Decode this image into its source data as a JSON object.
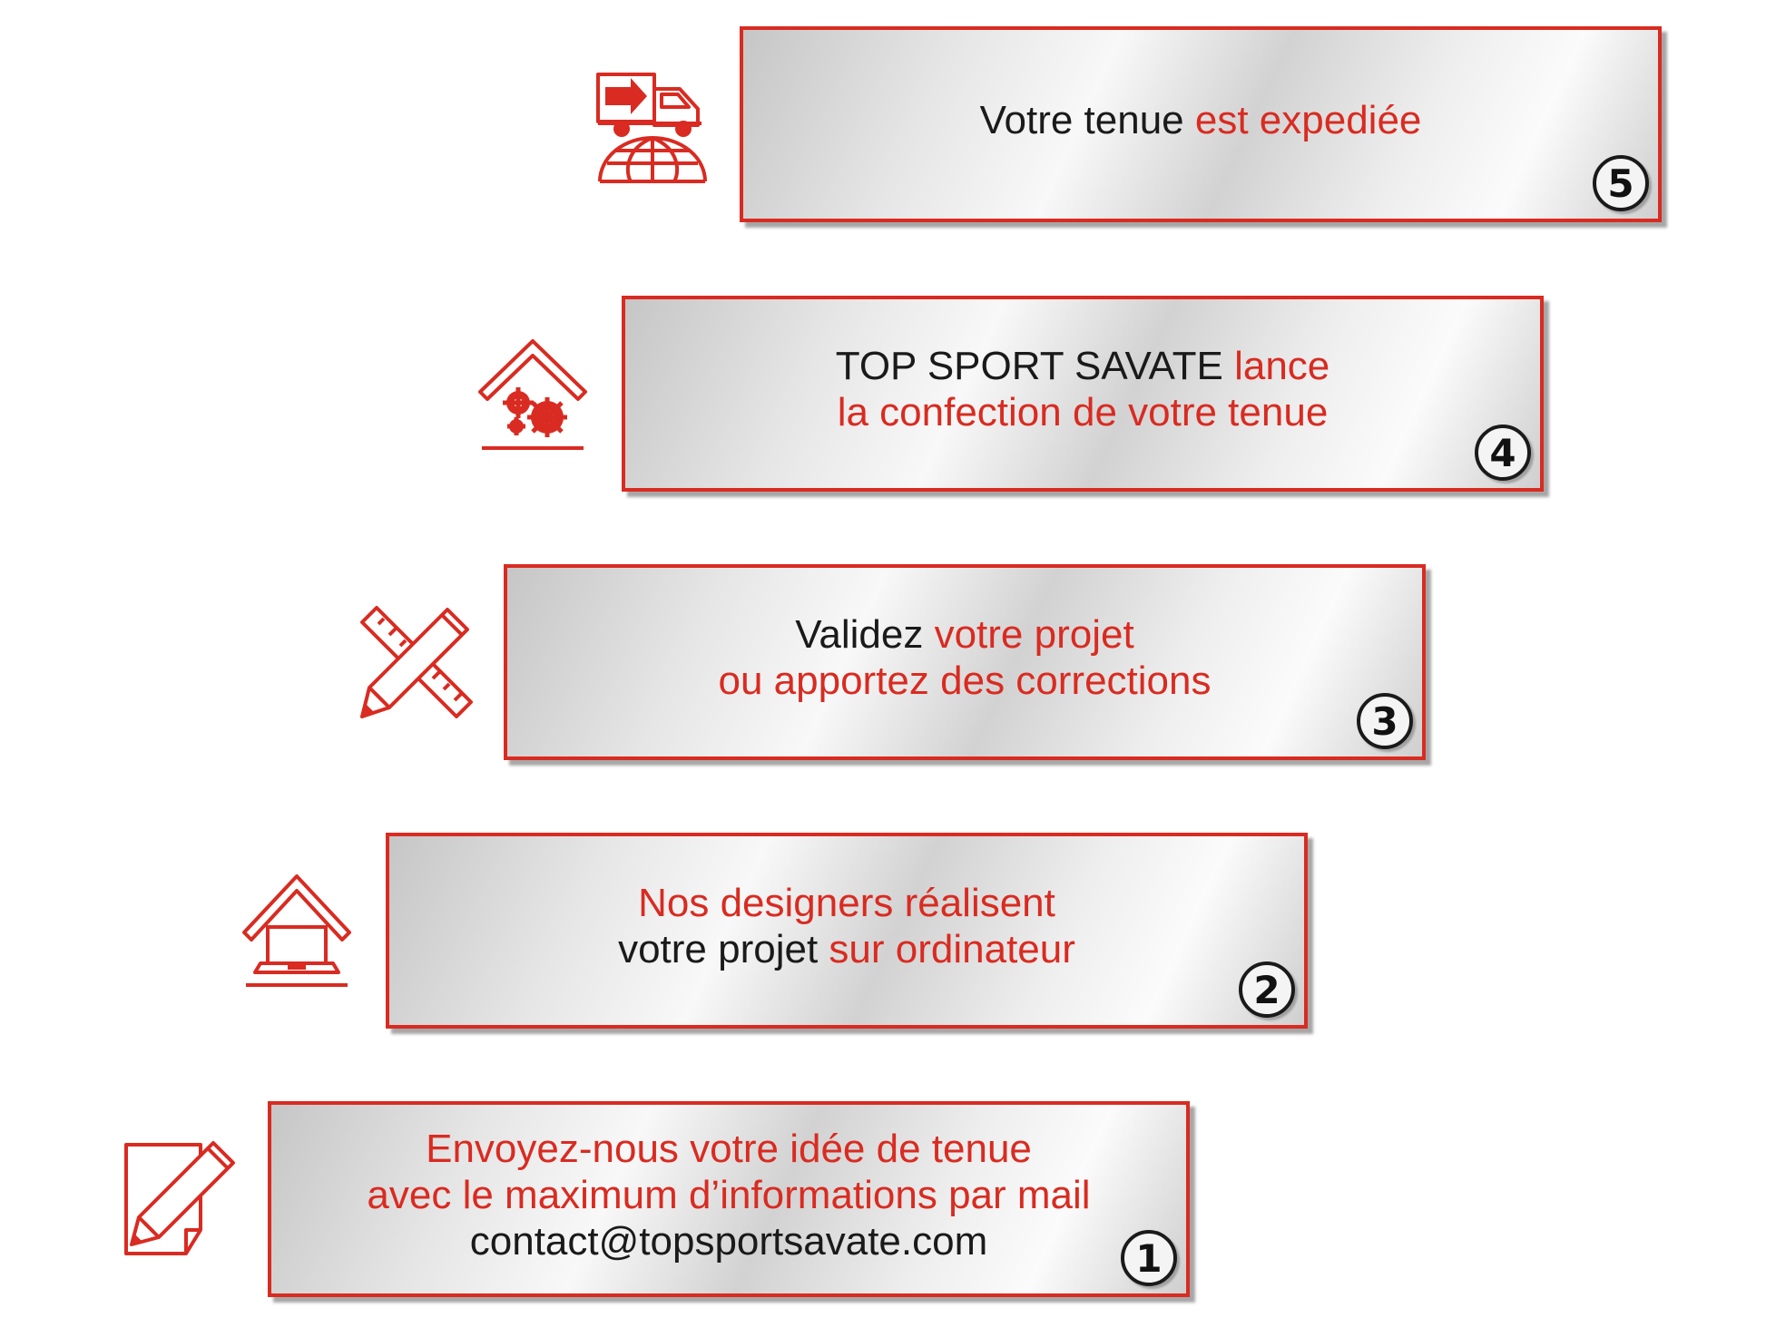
{
  "steps": [
    {
      "number": "5",
      "lines": [
        [
          {
            "text": "Votre tenue ",
            "color": "dark"
          },
          {
            "text": "est expediée",
            "color": "red"
          }
        ]
      ],
      "icon": "truck-globe-icon"
    },
    {
      "number": "4",
      "lines": [
        [
          {
            "text": "TOP SPORT SAVATE ",
            "color": "dark"
          },
          {
            "text": "lance",
            "color": "red"
          }
        ],
        [
          {
            "text": "la confection de votre tenue",
            "color": "red"
          }
        ]
      ],
      "icon": "house-gears-icon"
    },
    {
      "number": "3",
      "lines": [
        [
          {
            "text": "Validez ",
            "color": "dark"
          },
          {
            "text": "votre projet",
            "color": "red"
          }
        ],
        [
          {
            "text": "ou apportez des corrections",
            "color": "red"
          }
        ]
      ],
      "icon": "ruler-pencil-icon"
    },
    {
      "number": "2",
      "lines": [
        [
          {
            "text": "Nos designers réalisent",
            "color": "red"
          }
        ],
        [
          {
            "text": "votre projet ",
            "color": "dark"
          },
          {
            "text": "sur ordinateur",
            "color": "red"
          }
        ]
      ],
      "icon": "house-laptop-icon"
    },
    {
      "number": "1",
      "lines": [
        [
          {
            "text": "Envoyez-nous votre idée de tenue",
            "color": "red"
          }
        ],
        [
          {
            "text": "avec le maximum d’informations par mail",
            "color": "red"
          }
        ],
        [
          {
            "text": "contact@topsportsavate.com",
            "color": "dark"
          }
        ]
      ],
      "icon": "note-pencil-icon"
    }
  ],
  "colors": {
    "accent": "#d92b21",
    "text": "#1a1a1a"
  }
}
